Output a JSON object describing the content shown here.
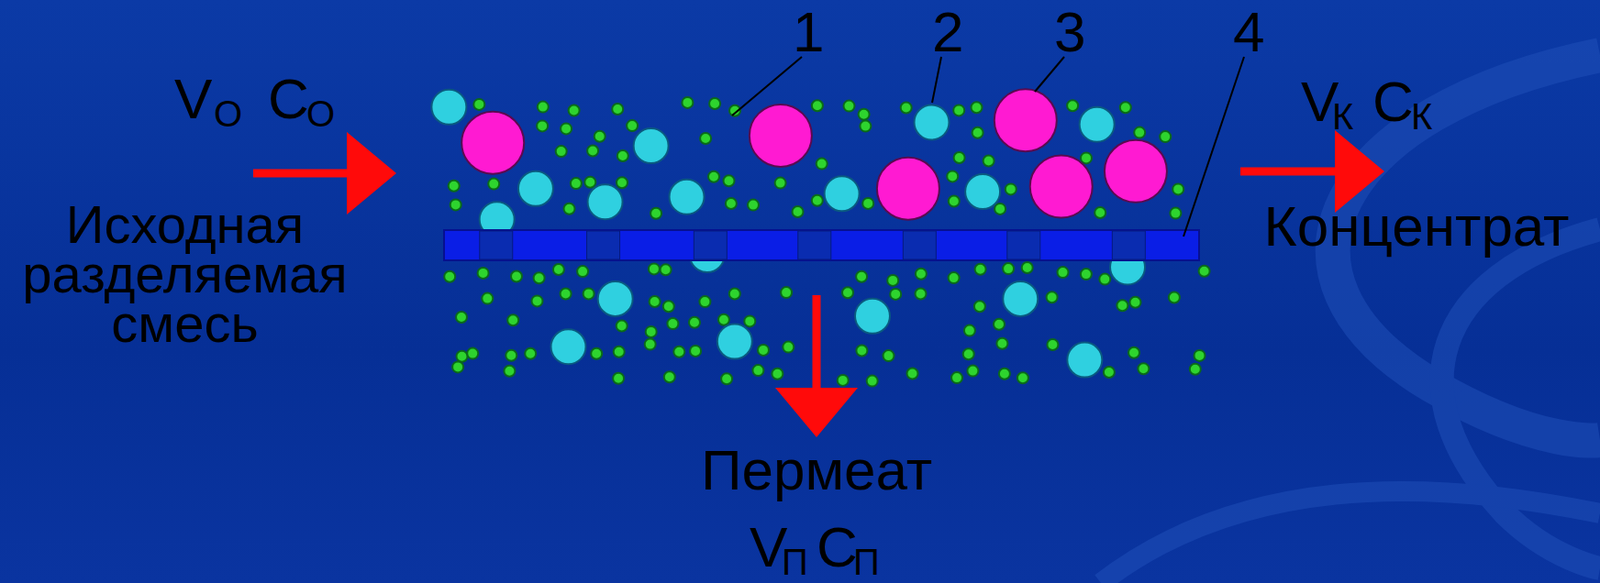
{
  "diagram": {
    "labels": [
      "V",
      "О",
      "C",
      "О",
      "1",
      "2",
      "3",
      "4",
      "Исходная разделяемая смесь",
      "V",
      "К",
      "C",
      "К",
      "Концентрат",
      "Пермеат",
      "V",
      "П",
      "C",
      "П"
    ]
  }
}
